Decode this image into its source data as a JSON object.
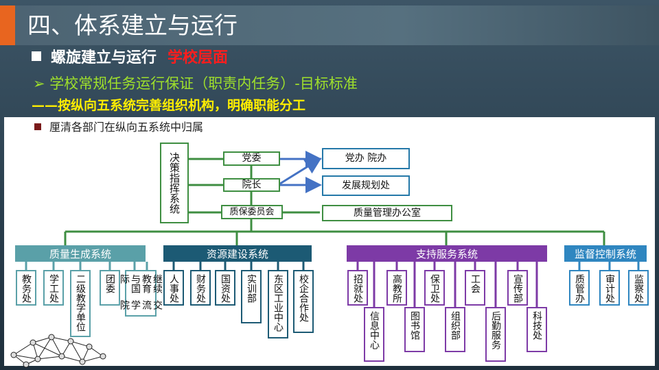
{
  "title": "四、体系建立与运行",
  "bullet1": {
    "text": "螺旋建立与运行",
    "highlight": "学校层面"
  },
  "bullet2": "➢ 学校常规任务运行保证（职责内任务）-目标标准",
  "bullet3": "——按纵向五系统完善组织机构，明确职能分工",
  "bullet4": "厘清各部门在纵向五系统中归属",
  "decision": {
    "label": "决策指挥系统"
  },
  "center": [
    "党委",
    "院长",
    "质保委员会"
  ],
  "right": [
    "党办 院办",
    "发展规划处",
    "质量管理办公室"
  ],
  "groups": [
    {
      "name": "质量生成系统",
      "color": "#5aa0a8",
      "depts": [
        "教务处",
        "学工处",
        "二级教学单位",
        "团委",
        "交流学院",
        "继续教育与国际"
      ]
    },
    {
      "name": "资源建设系统",
      "color": "#1c5a74",
      "depts": [
        "人事处",
        "财务处",
        "国资处",
        "实训部",
        "东区工业中心",
        "校企合作处"
      ]
    },
    {
      "name": "支持服务系统",
      "color": "#7d3aa6",
      "depts": [
        "招就处",
        "高教所",
        "信息中心",
        "图书馆",
        "保卫处",
        "组织部",
        "工会",
        "后勤服务",
        "宣传部",
        "科技处"
      ]
    },
    {
      "name": "监督控制系统",
      "color": "#2f86c0",
      "depts": [
        "质管办",
        "审计处",
        "监察处"
      ]
    }
  ],
  "colors": {
    "orange": "#e8651f",
    "green": "#3e8e41",
    "blue": "#2478a8",
    "yellow": "#ffee00",
    "lime": "#9fe02b",
    "red": "#ff1d1d"
  }
}
